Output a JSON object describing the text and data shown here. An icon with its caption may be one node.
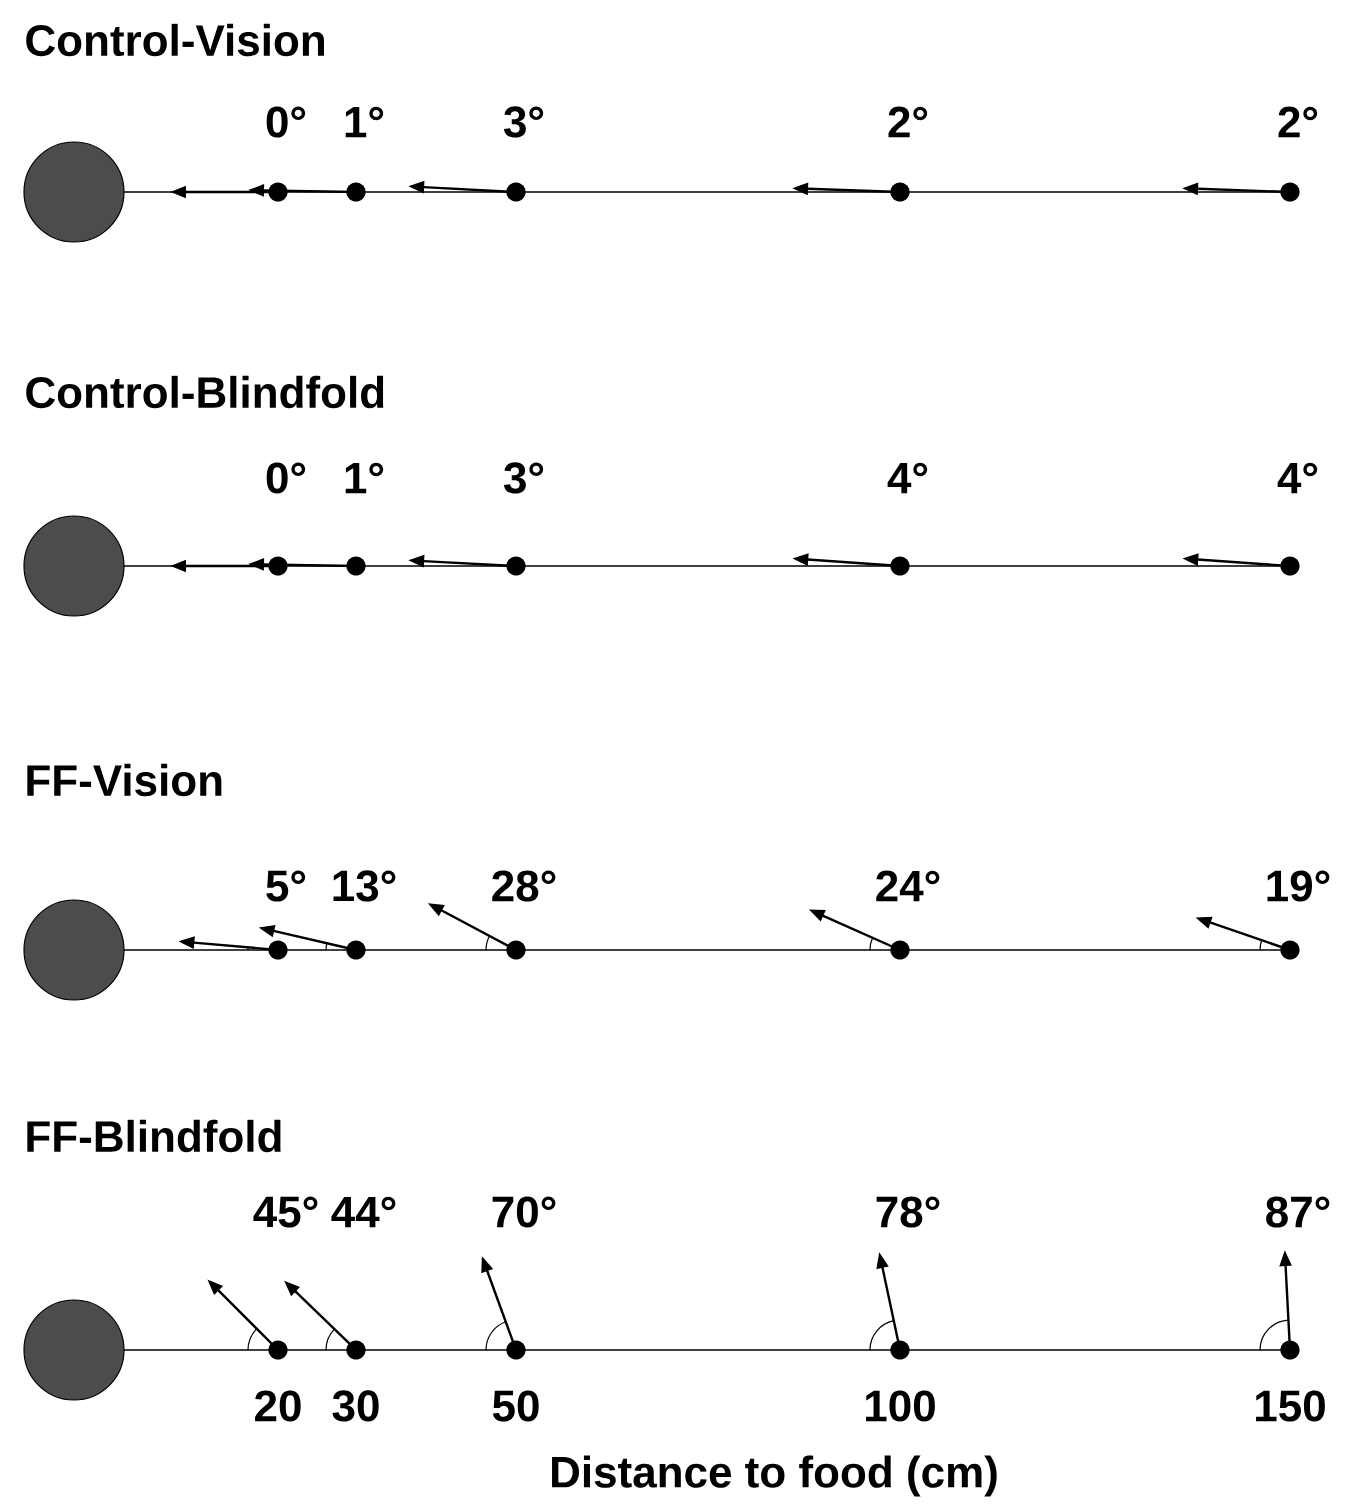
{
  "diagram": {
    "labels": [
      "Control-Vision",
      "0°",
      "1°",
      "3°",
      "2°",
      "2°",
      "Control-Blindfold",
      "0°",
      "1°",
      "3°",
      "4°",
      "4°",
      "FF-Vision",
      "5°",
      "13°",
      "28°",
      "24°",
      "19°",
      "FF-Blindfold",
      "45°",
      "44°",
      "70°",
      "78°",
      "87°",
      "20",
      "30",
      "50",
      "100",
      "150",
      "Distance to food (cm)"
    ]
  }
}
